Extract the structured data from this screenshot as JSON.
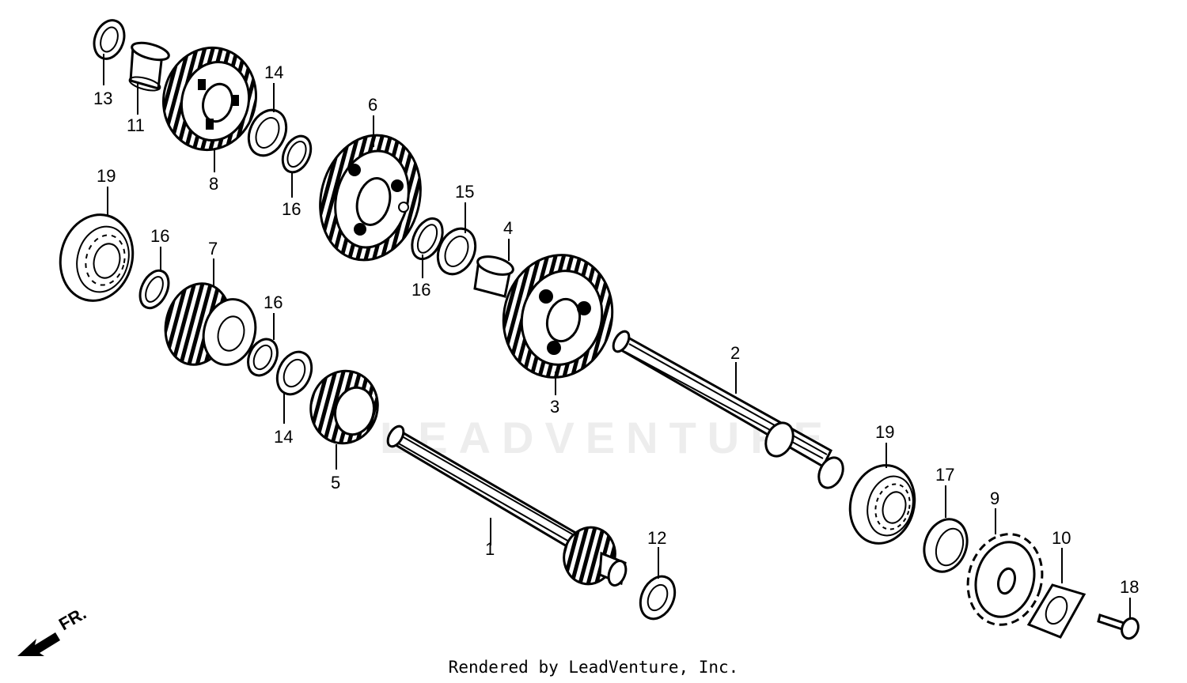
{
  "watermark": "LEADVENTURE",
  "footer": "Rendered by LeadVenture, Inc.",
  "front_indicator": "FR.",
  "callouts": [
    "1",
    "2",
    "3",
    "4",
    "5",
    "6",
    "7",
    "8",
    "9",
    "10",
    "11",
    "12",
    "13",
    "14",
    "14",
    "15",
    "16",
    "16",
    "16",
    "17",
    "18",
    "19",
    "19"
  ]
}
